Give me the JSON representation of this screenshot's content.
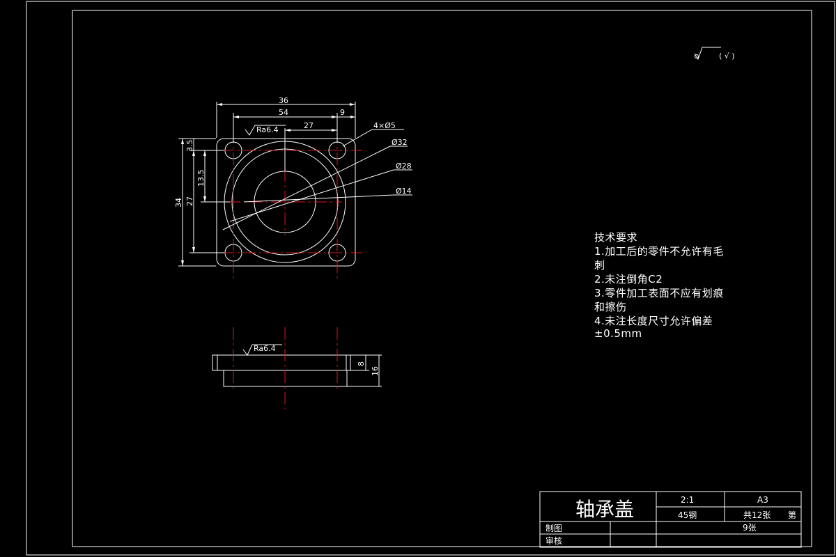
{
  "drawing": {
    "roughness_symbol": "( √ )",
    "top_view": {
      "dims": {
        "width_total": "36",
        "hole_spacing": "54",
        "edge_offset": "9",
        "half_spacing": "27",
        "hole_callout": "4×Ø5",
        "dia_outer": "Ø32",
        "dia_mid": "Ø28",
        "dia_inner": "Ø14",
        "v_edge": "3.5",
        "v_half": "13.5",
        "v_spacing": "27",
        "v_total": "34"
      },
      "roughness": "Ra6.4"
    },
    "side_view": {
      "roughness": "Ra6.4",
      "dims": {
        "flange_thickness": "8",
        "total_height": "16"
      }
    },
    "tech_requirements": {
      "title": "技术要求",
      "lines": [
        "1.加工后的零件不允许有毛",
        "刺",
        "2.未注倒角C2",
        "3.零件加工表面不应有划痕",
        "和擦伤",
        "4.未注长度尺寸允许偏差",
        "±0.5mm"
      ]
    },
    "title_block": {
      "part_name": "轴承盖",
      "scale": "2:1",
      "paper": "A3",
      "material": "45钢",
      "sheets_total": "共12张",
      "sheet_label": "第",
      "sheet_no": "9张",
      "drawn_by": "制图",
      "checked_by": "审核"
    }
  }
}
